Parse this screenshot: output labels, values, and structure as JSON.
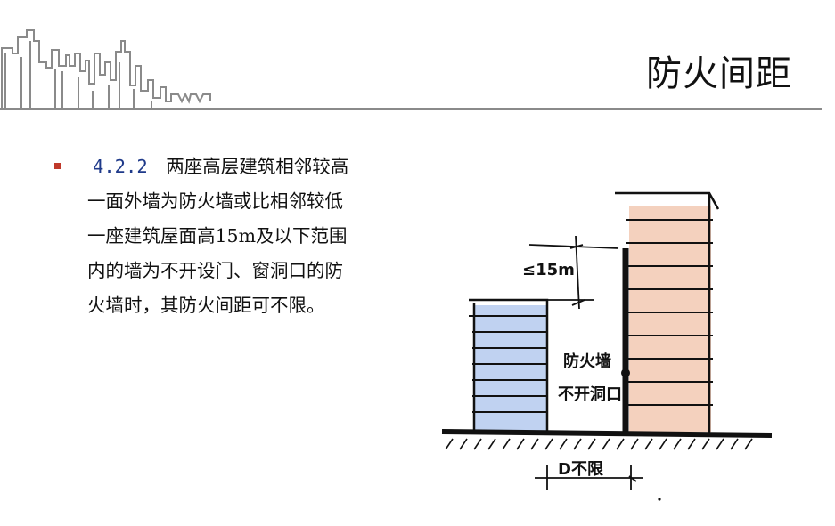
{
  "header": {
    "title": "防火间距"
  },
  "content": {
    "clause_number": "4.2.2",
    "lines": [
      "两座高层建筑相邻较高",
      "一面外墙为防火墙或比相邻较低",
      "一座建筑屋面高15m及以下范围",
      "内的墙为不开设门、窗洞口的防",
      "火墙时，其防火间距可不限。"
    ]
  },
  "diagram": {
    "height_label": "≤15m",
    "wall_label": "防火墙",
    "no_opening_label": "不开洞口",
    "distance_label": "D不限",
    "colors": {
      "low_building_fill": "#4a7fd6",
      "high_building_fill": "#e07a45",
      "ink": "#111111"
    }
  }
}
